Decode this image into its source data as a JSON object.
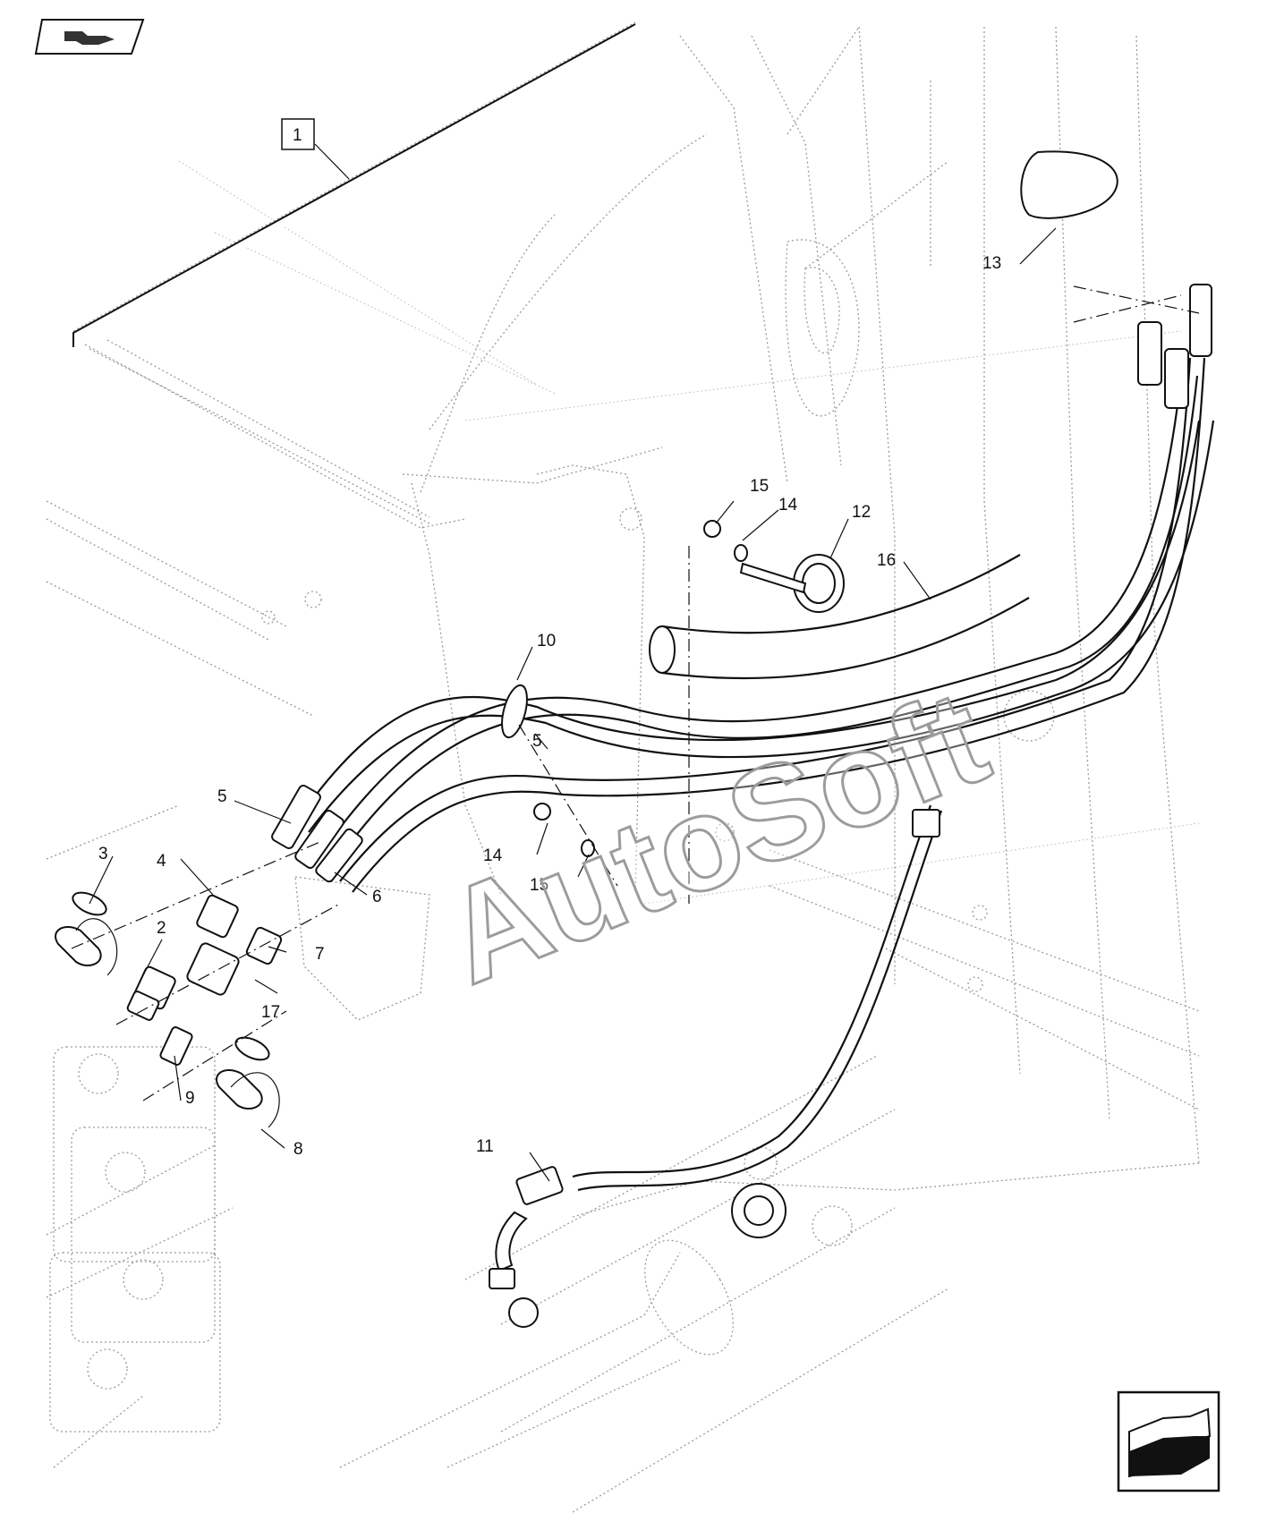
{
  "callouts": [
    {
      "id": "c1",
      "label": "1"
    },
    {
      "id": "c2",
      "label": "2"
    },
    {
      "id": "c3",
      "label": "3"
    },
    {
      "id": "c4",
      "label": "4"
    },
    {
      "id": "c5a",
      "label": "5"
    },
    {
      "id": "c5b",
      "label": "5"
    },
    {
      "id": "c6",
      "label": "6"
    },
    {
      "id": "c7",
      "label": "7"
    },
    {
      "id": "c8",
      "label": "8"
    },
    {
      "id": "c9",
      "label": "9"
    },
    {
      "id": "c10",
      "label": "10"
    },
    {
      "id": "c11",
      "label": "11"
    },
    {
      "id": "c12",
      "label": "12"
    },
    {
      "id": "c13",
      "label": "13"
    },
    {
      "id": "c14a",
      "label": "14"
    },
    {
      "id": "c14b",
      "label": "14"
    },
    {
      "id": "c15a",
      "label": "15"
    },
    {
      "id": "c15b",
      "label": "15"
    },
    {
      "id": "c16",
      "label": "16"
    },
    {
      "id": "c17",
      "label": "17"
    }
  ],
  "watermark": "AutoSoft",
  "icons": {
    "top_left": "previous-page-arrow-icon",
    "bottom_right": "next-page-arrow-icon"
  }
}
